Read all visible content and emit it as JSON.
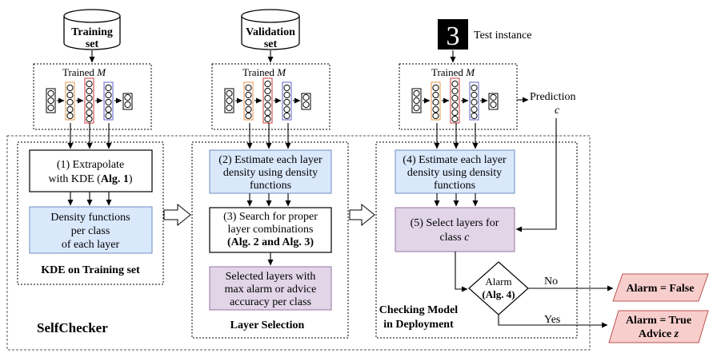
{
  "datasets": {
    "training": [
      "Training",
      "set"
    ],
    "validation": [
      "Validation",
      "set"
    ]
  },
  "test_instance": {
    "digit": "3",
    "label": "Test instance"
  },
  "model": {
    "trained_label": "Trained",
    "symbol": "M"
  },
  "prediction": {
    "label": "Prediction",
    "symbol": "c"
  },
  "stages": {
    "kde": {
      "title": "KDE on Training set",
      "step1": {
        "line1": "(1) Extrapolate",
        "line2_prefix": "with KDE (",
        "line2_bold": "Alg. 1",
        "line2_suffix": ")"
      },
      "density": [
        "Density functions",
        "per class",
        "of each layer"
      ]
    },
    "layer_selection": {
      "title": "Layer Selection",
      "step2": [
        "(2) Estimate each layer",
        "density using density",
        "functions"
      ],
      "step3": {
        "line1": "(3) Search for proper",
        "line2": "layer combinations",
        "line3": "(Alg. 2 and Alg. 3)"
      },
      "selected": [
        "Selected layers with",
        "max alarm or advice",
        "accuracy per class"
      ]
    },
    "deployment": {
      "title": [
        "Checking Model",
        "in Deployment"
      ],
      "step4": [
        "(4) Estimate each layer",
        "density using density",
        "functions"
      ],
      "step5": {
        "line1": "(5) Select layers for",
        "line2_prefix": "class ",
        "line2_italic": "c"
      },
      "alarm": {
        "line1": "Alarm",
        "line2": "(Alg. 4)"
      },
      "no_label": "No",
      "yes_label": "Yes"
    }
  },
  "outputs": {
    "alarm_false": "Alarm = False",
    "alarm_true": {
      "line1": "Alarm = True",
      "line2_prefix": "Advice ",
      "line2_italic": "z"
    }
  },
  "system_name": "SelfChecker",
  "colors": {
    "blue_fill": "#dae8fc",
    "blue_stroke": "#6c8ebf",
    "purple_fill": "#e1d5e7",
    "purple_stroke": "#9673a6",
    "red_fill": "#f8cecc",
    "red_stroke": "#b85450",
    "layer_orange": "#e8a868",
    "layer_red": "#d65a5a",
    "layer_blue": "#7b7bd6"
  }
}
